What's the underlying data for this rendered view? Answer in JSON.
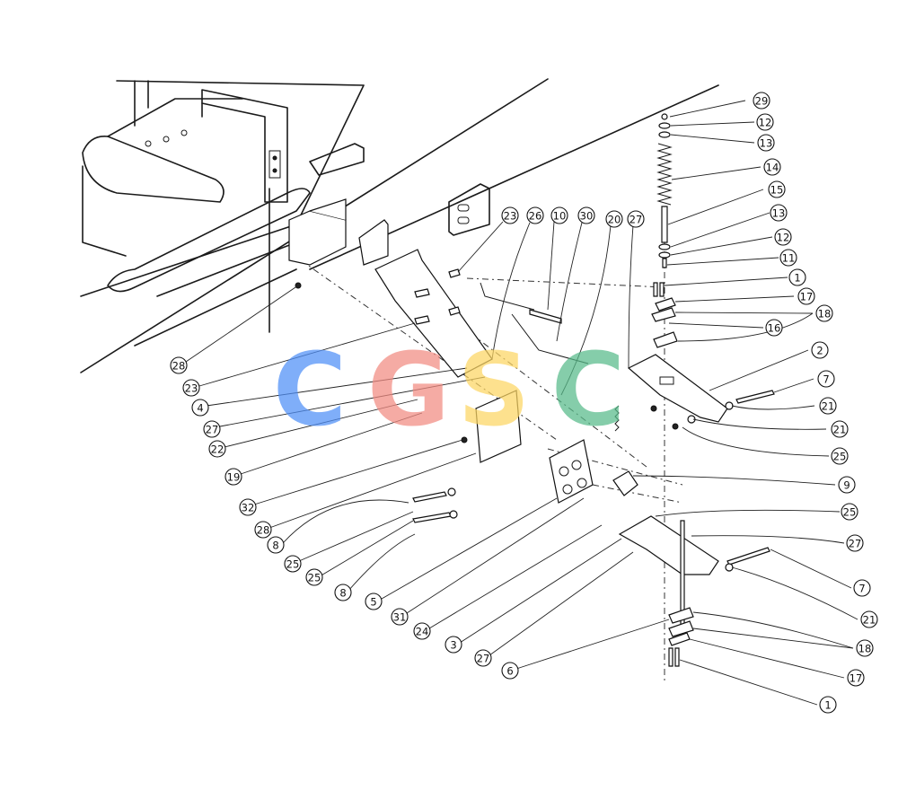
{
  "watermark": {
    "letters": [
      {
        "char": "C",
        "color": "#4f8ff7"
      },
      {
        "char": "G",
        "color": "#f28b82"
      },
      {
        "char": "S",
        "color": "#fdd663"
      },
      {
        "char": "C",
        "color": "#57bb8a"
      }
    ]
  },
  "callouts": [
    {
      "label": "29"
    },
    {
      "label": "12"
    },
    {
      "label": "13"
    },
    {
      "label": "14"
    },
    {
      "label": "15"
    },
    {
      "label": "13"
    },
    {
      "label": "12"
    },
    {
      "label": "11"
    },
    {
      "label": "1"
    },
    {
      "label": "17"
    },
    {
      "label": "18"
    },
    {
      "label": "16"
    },
    {
      "label": "2"
    },
    {
      "label": "7"
    },
    {
      "label": "21"
    },
    {
      "label": "21"
    },
    {
      "label": "25"
    },
    {
      "label": "9"
    },
    {
      "label": "25"
    },
    {
      "label": "27"
    },
    {
      "label": "7"
    },
    {
      "label": "21"
    },
    {
      "label": "18"
    },
    {
      "label": "17"
    },
    {
      "label": "1"
    },
    {
      "label": "23"
    },
    {
      "label": "26"
    },
    {
      "label": "10"
    },
    {
      "label": "30"
    },
    {
      "label": "20"
    },
    {
      "label": "27"
    },
    {
      "label": "28"
    },
    {
      "label": "23"
    },
    {
      "label": "4"
    },
    {
      "label": "27"
    },
    {
      "label": "22"
    },
    {
      "label": "19"
    },
    {
      "label": "32"
    },
    {
      "label": "28"
    },
    {
      "label": "8"
    },
    {
      "label": "25"
    },
    {
      "label": "25"
    },
    {
      "label": "8"
    },
    {
      "label": "5"
    },
    {
      "label": "31"
    },
    {
      "label": "24"
    },
    {
      "label": "3"
    },
    {
      "label": "27"
    },
    {
      "label": "6"
    }
  ]
}
